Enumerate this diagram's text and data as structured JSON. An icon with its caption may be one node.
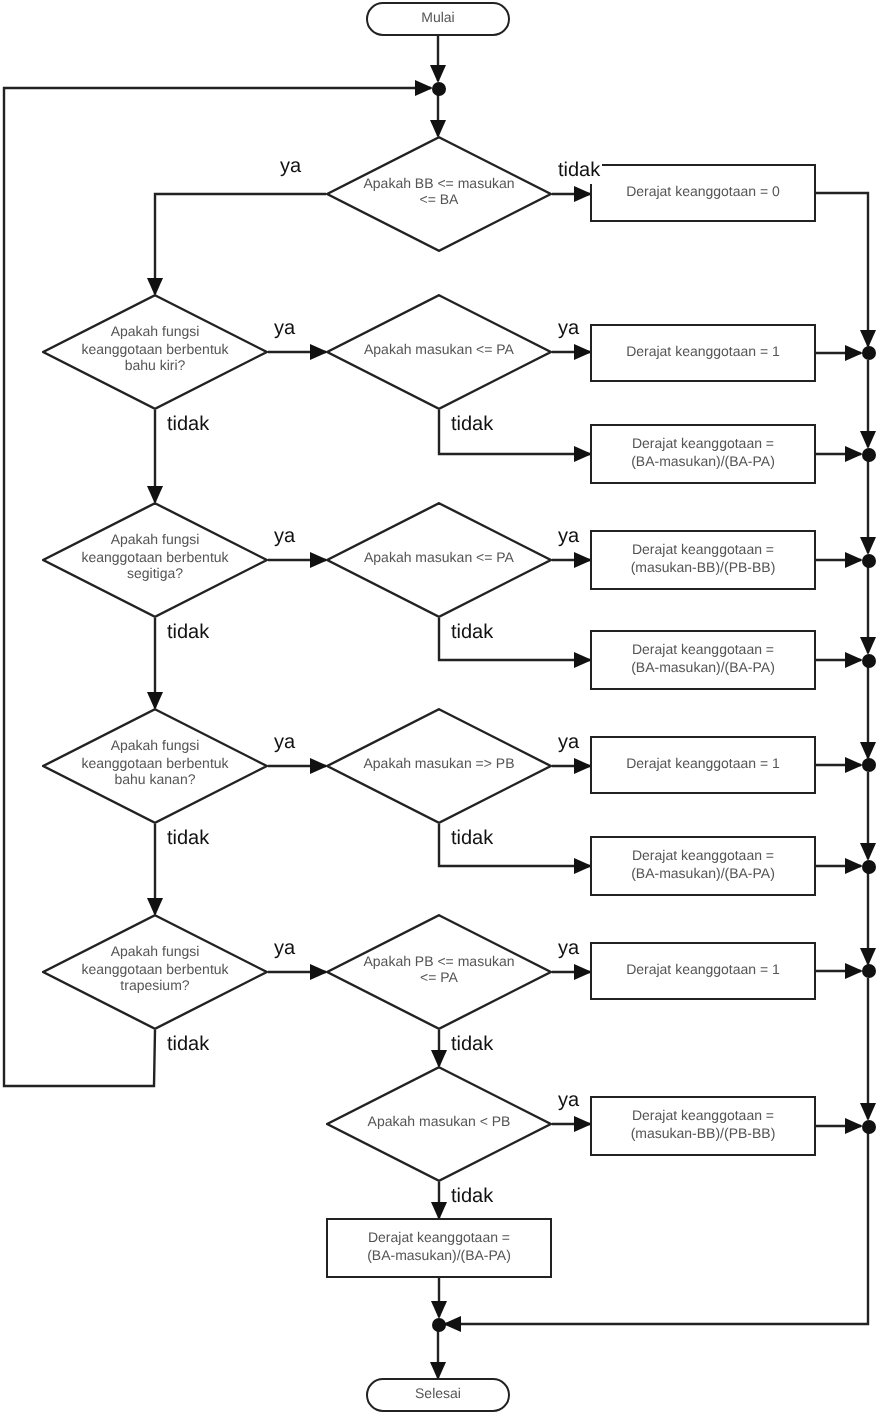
{
  "diagram": {
    "nodes": [
      {
        "text": [
          "Mulai"
        ]
      },
      {
        "text": [],
        "shape": "circle"
      },
      {
        "text": [
          "Apakah BB <= masukan <= BA"
        ]
      },
      {
        "text": [
          "Derajat keanggotaan = 0"
        ]
      },
      {
        "text": [
          "Apakah fungsi keanggotaan berbentuk bahu kiri?"
        ]
      },
      {
        "text": [
          "Apakah masukan <= PA"
        ]
      },
      {
        "text": [
          "Derajat keanggotaan = 1"
        ]
      },
      {
        "text": [],
        "shape": "circle"
      },
      {
        "text": [
          "Derajat keanggotaan = (BA-masukan)/(BA-PA)"
        ]
      },
      {
        "text": [],
        "shape": "circle"
      },
      {
        "text": [
          "Apakah fungsi keanggotaan berbentuk segitiga?"
        ]
      },
      {
        "text": [
          "Apakah masukan <= PA"
        ]
      },
      {
        "text": [
          "Derajat keanggotaan = (masukan-BB)/(PB-BB)"
        ]
      },
      {
        "text": [],
        "shape": "circle"
      },
      {
        "text": [
          "Derajat keanggotaan = (BA-masukan)/(BA-PA)"
        ]
      },
      {
        "text": [],
        "shape": "circle"
      },
      {
        "text": [
          "Apakah fungsi keanggotaan berbentuk bahu kanan?"
        ]
      },
      {
        "text": [
          "Apakah masukan => PB"
        ]
      },
      {
        "text": [
          "Derajat keanggotaan = 1"
        ]
      },
      {
        "text": [],
        "shape": "circle"
      },
      {
        "text": [
          "Derajat keanggotaan = (BA-masukan)/(BA-PA)"
        ]
      },
      {
        "text": [],
        "shape": "circle"
      },
      {
        "text": [
          "Apakah fungsi keanggotaan berbentuk trapesium?"
        ]
      },
      {
        "text": [
          "Apakah PB <= masukan <= PA"
        ]
      },
      {
        "text": [
          "Derajat keanggotaan = 1"
        ]
      },
      {
        "text": [],
        "shape": "circle"
      },
      {
        "text": [
          "Apakah masukan < PB"
        ]
      },
      {
        "text": [
          "Derajat keanggotaan = (masukan-BB)/(PB-BB)"
        ]
      },
      {
        "text": [],
        "shape": "circle"
      },
      {
        "text": [
          "Derajat keanggotaan = (BA-masukan)/(BA-PA)"
        ]
      },
      {
        "text": [],
        "shape": "circle"
      },
      {
        "text": [
          "Selesai"
        ]
      }
    ],
    "edges": [
      {
        "from": 0,
        "to": 1,
        "arrow": "to"
      },
      {
        "from": 22,
        "to": 1,
        "arrow": "to",
        "label": "tidak"
      },
      {
        "from": 1,
        "to": 2,
        "arrow": "to"
      },
      {
        "from": 2,
        "to": 4,
        "arrow": "to",
        "label": "ya"
      },
      {
        "from": 2,
        "to": 3,
        "arrow": "to",
        "label": "tidak"
      },
      {
        "from": 3,
        "to": 7,
        "arrow": "to"
      },
      {
        "from": 4,
        "to": 5,
        "arrow": "to",
        "label": "ya"
      },
      {
        "from": 5,
        "to": 6,
        "arrow": "to",
        "label": "ya"
      },
      {
        "from": 6,
        "to": 7,
        "arrow": "to"
      },
      {
        "from": 5,
        "to": 8,
        "arrow": "to",
        "label": "tidak"
      },
      {
        "from": 7,
        "to": 9,
        "arrow": "to"
      },
      {
        "from": 8,
        "to": 9,
        "arrow": "to"
      },
      {
        "from": 4,
        "to": 10,
        "arrow": "to",
        "label": "tidak"
      },
      {
        "from": 10,
        "to": 11,
        "arrow": "to",
        "label": "ya"
      },
      {
        "from": 11,
        "to": 12,
        "arrow": "to",
        "label": "ya"
      },
      {
        "from": 9,
        "to": 13,
        "arrow": "to"
      },
      {
        "from": 12,
        "to": 13,
        "arrow": "to"
      },
      {
        "from": 11,
        "to": 14,
        "arrow": "to",
        "label": "tidak"
      },
      {
        "from": 13,
        "to": 15,
        "arrow": "to"
      },
      {
        "from": 14,
        "to": 15,
        "arrow": "to"
      },
      {
        "from": 10,
        "to": 16,
        "arrow": "to",
        "label": "tidak"
      },
      {
        "from": 16,
        "to": 17,
        "arrow": "to",
        "label": "ya"
      },
      {
        "from": 17,
        "to": 18,
        "arrow": "to",
        "label": "ya"
      },
      {
        "from": 15,
        "to": 19,
        "arrow": "to"
      },
      {
        "from": 18,
        "to": 19,
        "arrow": "to"
      },
      {
        "from": 17,
        "to": 20,
        "arrow": "to",
        "label": "tidak"
      },
      {
        "from": 19,
        "to": 21,
        "arrow": "to"
      },
      {
        "from": 20,
        "to": 21,
        "arrow": "to"
      },
      {
        "from": 16,
        "to": 22,
        "arrow": "to",
        "label": "tidak"
      },
      {
        "from": 22,
        "to": 23,
        "arrow": "to",
        "label": "ya"
      },
      {
        "from": 23,
        "to": 24,
        "arrow": "to",
        "label": "ya"
      },
      {
        "from": 21,
        "to": 25,
        "arrow": "to"
      },
      {
        "from": 24,
        "to": 25,
        "arrow": "to"
      },
      {
        "from": 23,
        "to": 26,
        "arrow": "to",
        "label": "tidak"
      },
      {
        "from": 26,
        "to": 27,
        "arrow": "to",
        "label": "ya"
      },
      {
        "from": 25,
        "to": 28,
        "arrow": "to"
      },
      {
        "from": 27,
        "to": 28,
        "arrow": "to"
      },
      {
        "from": 26,
        "to": 29,
        "arrow": "to",
        "label": "tidak"
      },
      {
        "from": 28,
        "to": 30,
        "arrow": "to"
      },
      {
        "from": 29,
        "to": 30,
        "arrow": "to"
      },
      {
        "from": 30,
        "to": 31,
        "arrow": "to"
      }
    ]
  }
}
